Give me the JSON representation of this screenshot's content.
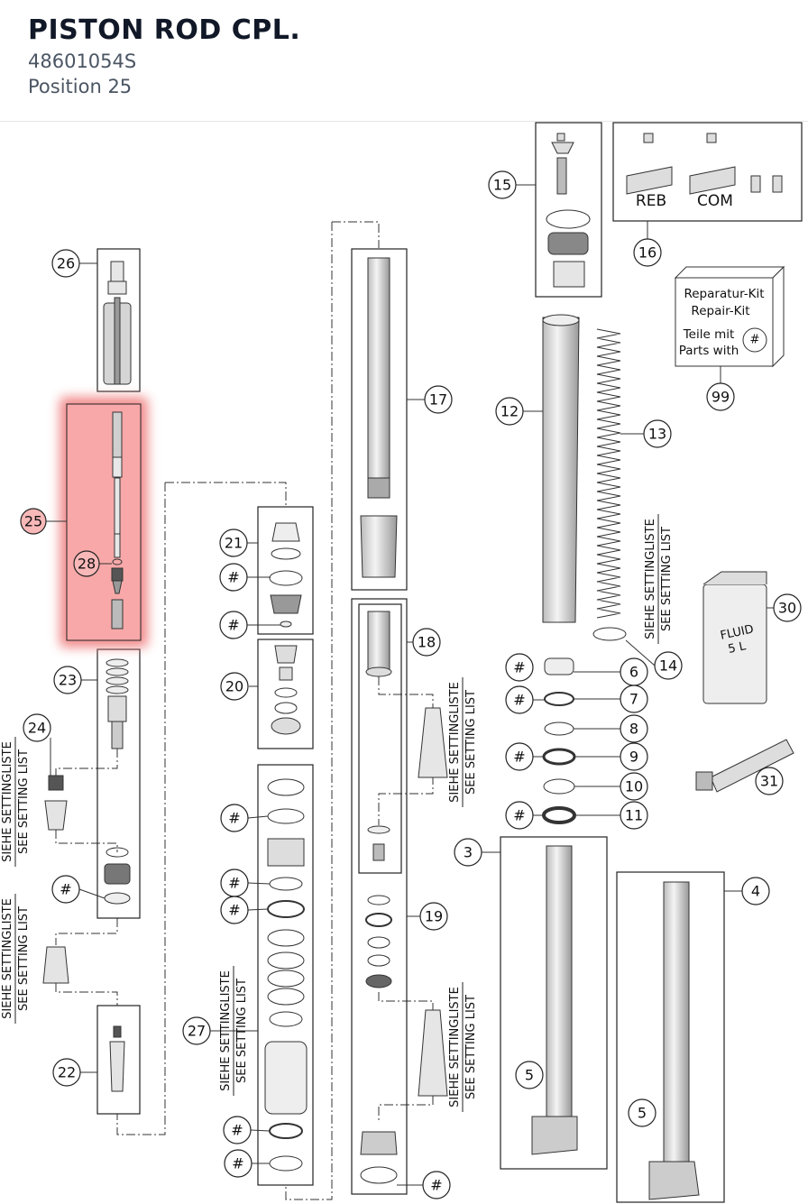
{
  "header": {
    "title": "PISTON ROD CPL.",
    "part_number": "48601054S",
    "position": "Position 25"
  },
  "diagram": {
    "highlight_color": "#f08080",
    "highlighted_callout": "25",
    "callouts": [
      "26",
      "25",
      "28",
      "23",
      "24",
      "22",
      "21",
      "20",
      "27",
      "17",
      "18",
      "19",
      "15",
      "16",
      "99",
      "12",
      "13",
      "14",
      "6",
      "7",
      "8",
      "9",
      "10",
      "11",
      "3",
      "4",
      "5",
      "30",
      "31",
      "#"
    ],
    "box_labels": {
      "reb": "REB",
      "com": "COM"
    },
    "kit": {
      "line1": "Reparatur-Kit",
      "line2": "Repair-Kit",
      "line3": "Teile mit",
      "line4": "Parts with"
    },
    "setting_de": "SIEHE SETTINGLISTE",
    "setting_en": "SEE SETTING LIST",
    "fluid": {
      "line1": "FLUID",
      "line2": "5 L"
    }
  }
}
